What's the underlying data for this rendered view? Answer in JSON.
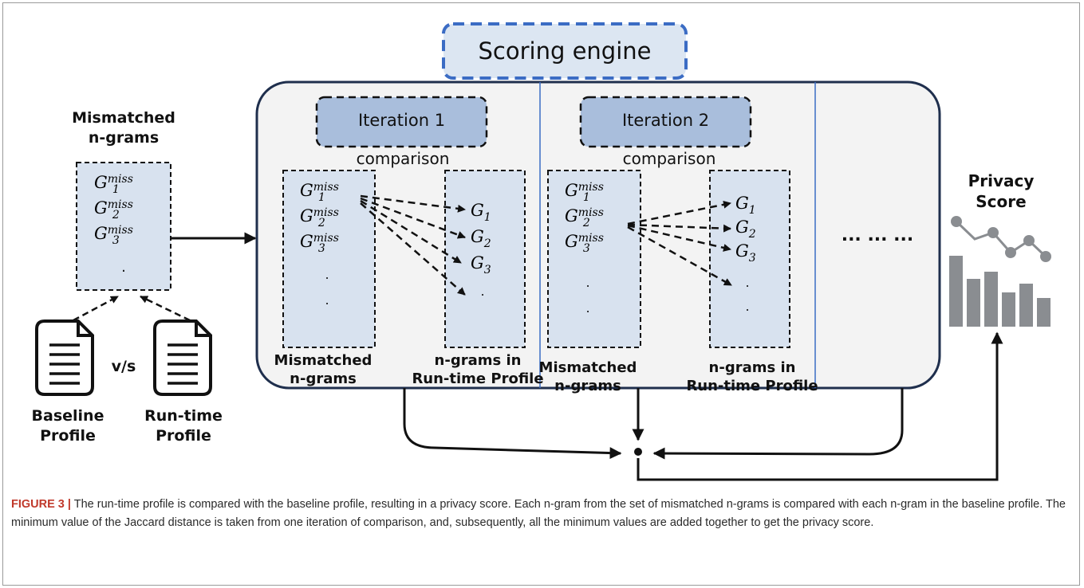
{
  "diagram": {
    "scoring_engine_label": "Scoring engine",
    "left_title": "Mismatched\nn-grams",
    "left_items": [
      "G",
      "G",
      "G"
    ],
    "left_item_sup": "miss",
    "left_item_subs": [
      "1",
      "2",
      "3"
    ],
    "vs_label": "v/s",
    "baseline_label": "Baseline\nProfile",
    "runtime_doc_label": "Run-time\nProfile",
    "iteration_1_label": "Iteration 1",
    "iteration_2_label": "Iteration 2",
    "comparison_label": "comparison",
    "mismatched_label": "Mismatched\nn-grams",
    "runtime_ngrams_label": "n-grams in\nRun-time Profile",
    "right_items_main": "G",
    "right_item_subs": [
      "1",
      "2",
      "3"
    ],
    "ellipsis_label": "... ... ...",
    "privacy_label": "Privacy\nScore",
    "dot": "."
  },
  "caption": {
    "label": "FIGURE 3 |",
    "text": " The run-time profile is compared with the baseline profile, resulting in a privacy score. Each n-gram from the set of mismatched n-grams is compared with each n-gram in the baseline profile. The minimum value of the Jaccard distance is taken from one iteration of comparison, and, subsequently, all the minimum values are added together to get the privacy score."
  },
  "colors": {
    "box_fill": "#d8e2ef",
    "iteration_fill": "#a9bedc",
    "scoring_border": "#3b6cc4",
    "engine_border": "#1f2f4d",
    "chart_fill": "#8a8d91",
    "caption_label": "#c0392b"
  },
  "icons": [
    "document-icon",
    "line-chart-icon",
    "bar-chart-icon"
  ]
}
